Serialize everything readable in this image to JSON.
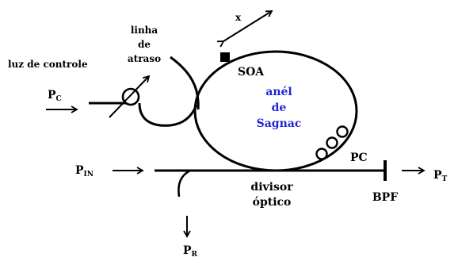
{
  "labels": {
    "control_light": "luz de controle",
    "delay_line_1": "linha",
    "delay_line_2": "de",
    "delay_line_3": "atraso",
    "x": "x",
    "soa": "SOA",
    "sagnac_1": "anél",
    "sagnac_2": "de",
    "sagnac_3": "Sagnac",
    "pc": "PC",
    "coupler_1": "divisor",
    "coupler_2": "óptico",
    "bpf": "BPF",
    "p": "P",
    "pc_sub": "C",
    "pin_sub": "IN",
    "pt_sub": "T",
    "pr_sub": "R"
  },
  "colors": {
    "line": "#000000",
    "loop_text": "#1f25d6"
  }
}
